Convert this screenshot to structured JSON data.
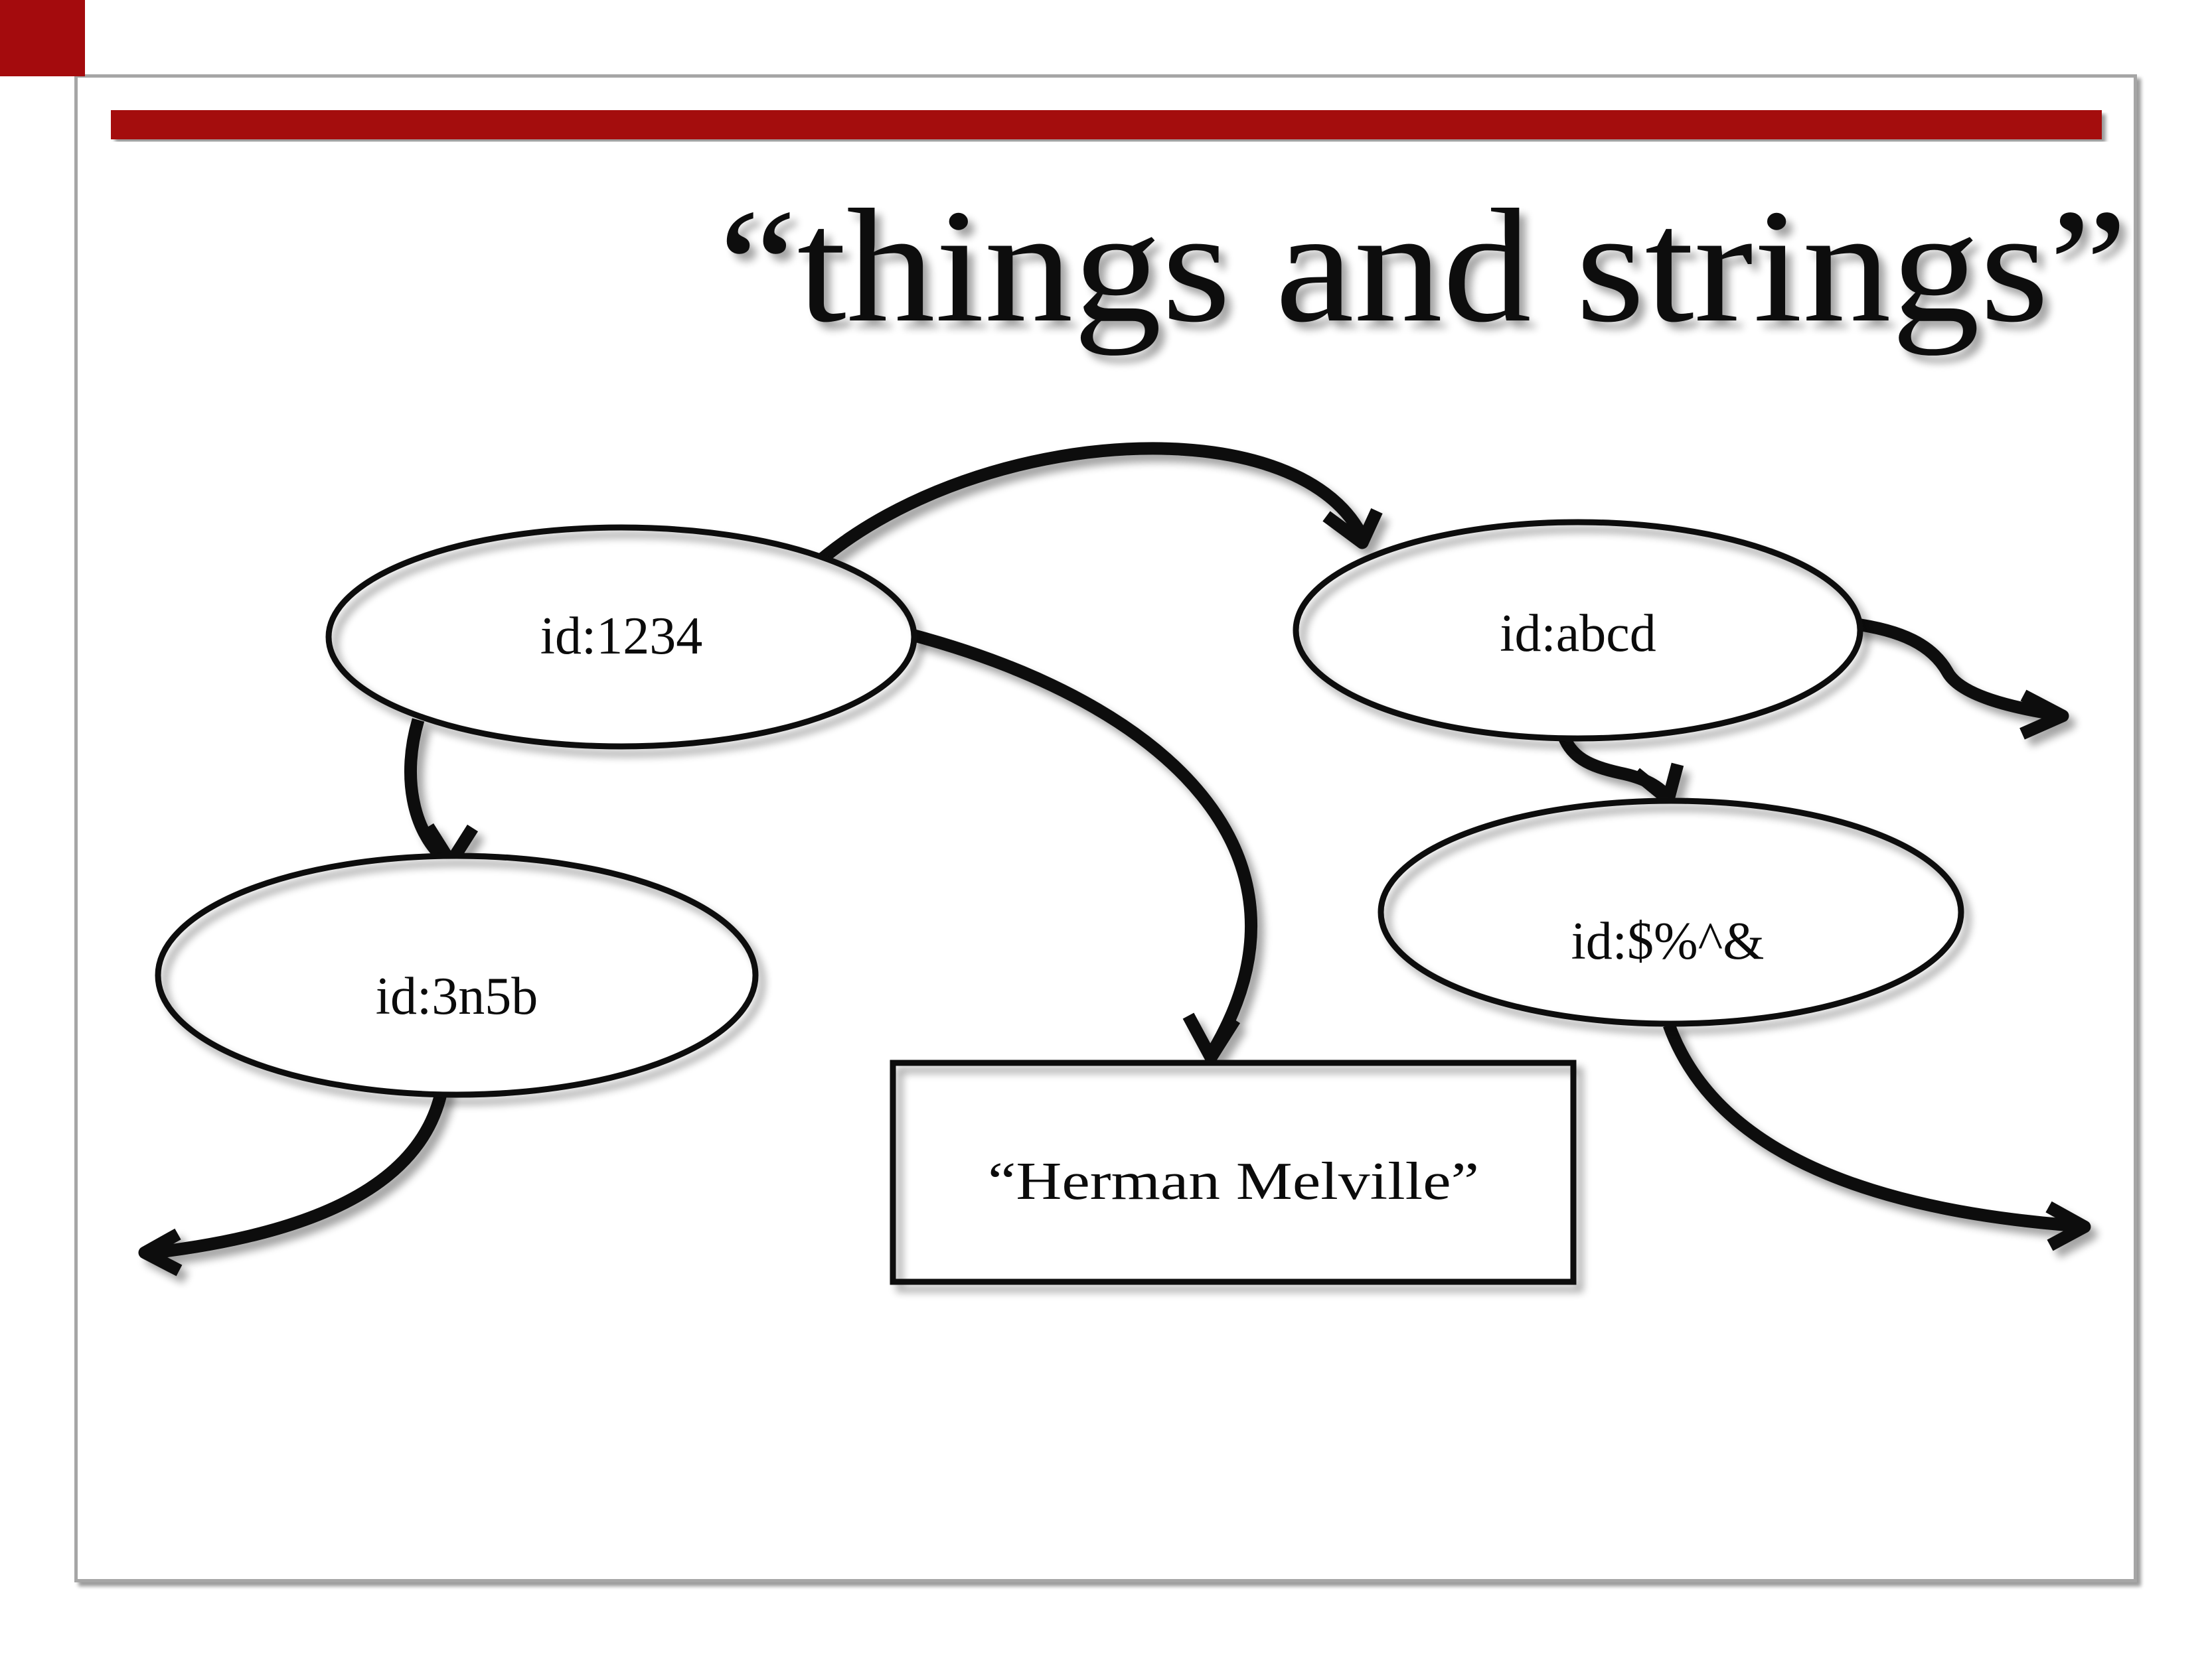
{
  "slide": {
    "title": "“things and strings”",
    "accent_color": "#A40B0D",
    "border_color": "#A6A6A6",
    "ink_color": "#0b0b0b",
    "nodes": [
      {
        "kind": "thing",
        "label": "id:1234"
      },
      {
        "kind": "thing",
        "label": "id:abcd"
      },
      {
        "kind": "thing",
        "label": "id:3n5b"
      },
      {
        "kind": "thing",
        "label": "id:$%^&"
      },
      {
        "kind": "string-literal",
        "label": "“Herman Melville”"
      }
    ]
  }
}
